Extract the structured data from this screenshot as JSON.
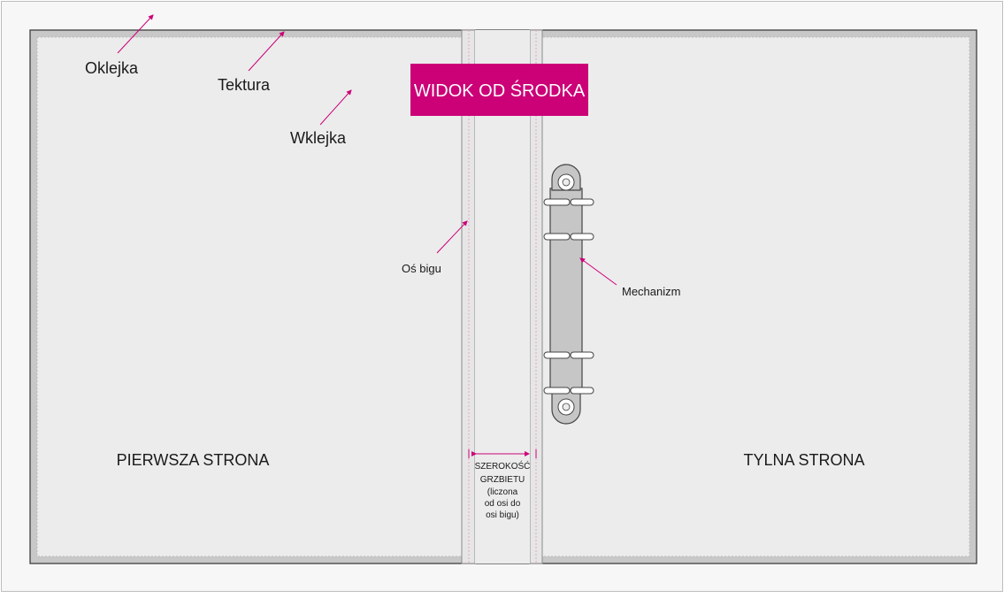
{
  "title_badge": "WIDOK OD ŚRODKA",
  "labels": {
    "oklejka": "Oklejka",
    "tektura": "Tektura",
    "wklejka": "Wklejka",
    "os_bigu": "Oś bigu",
    "mechanizm": "Mechanizm",
    "first_page": "PIERWSZA STRONA",
    "back_page": "TYLNA STRONA"
  },
  "spine_note": [
    "SZEROKOŚĆ",
    "GRZBIETU",
    "(liczona",
    "od osi do",
    "osi bigu)"
  ],
  "colors": {
    "accent": "#cc0077",
    "board": "#c8c8c8",
    "inner": "#ececec",
    "mechanism": "#c6c6c6",
    "text": "#1a1a1a"
  }
}
